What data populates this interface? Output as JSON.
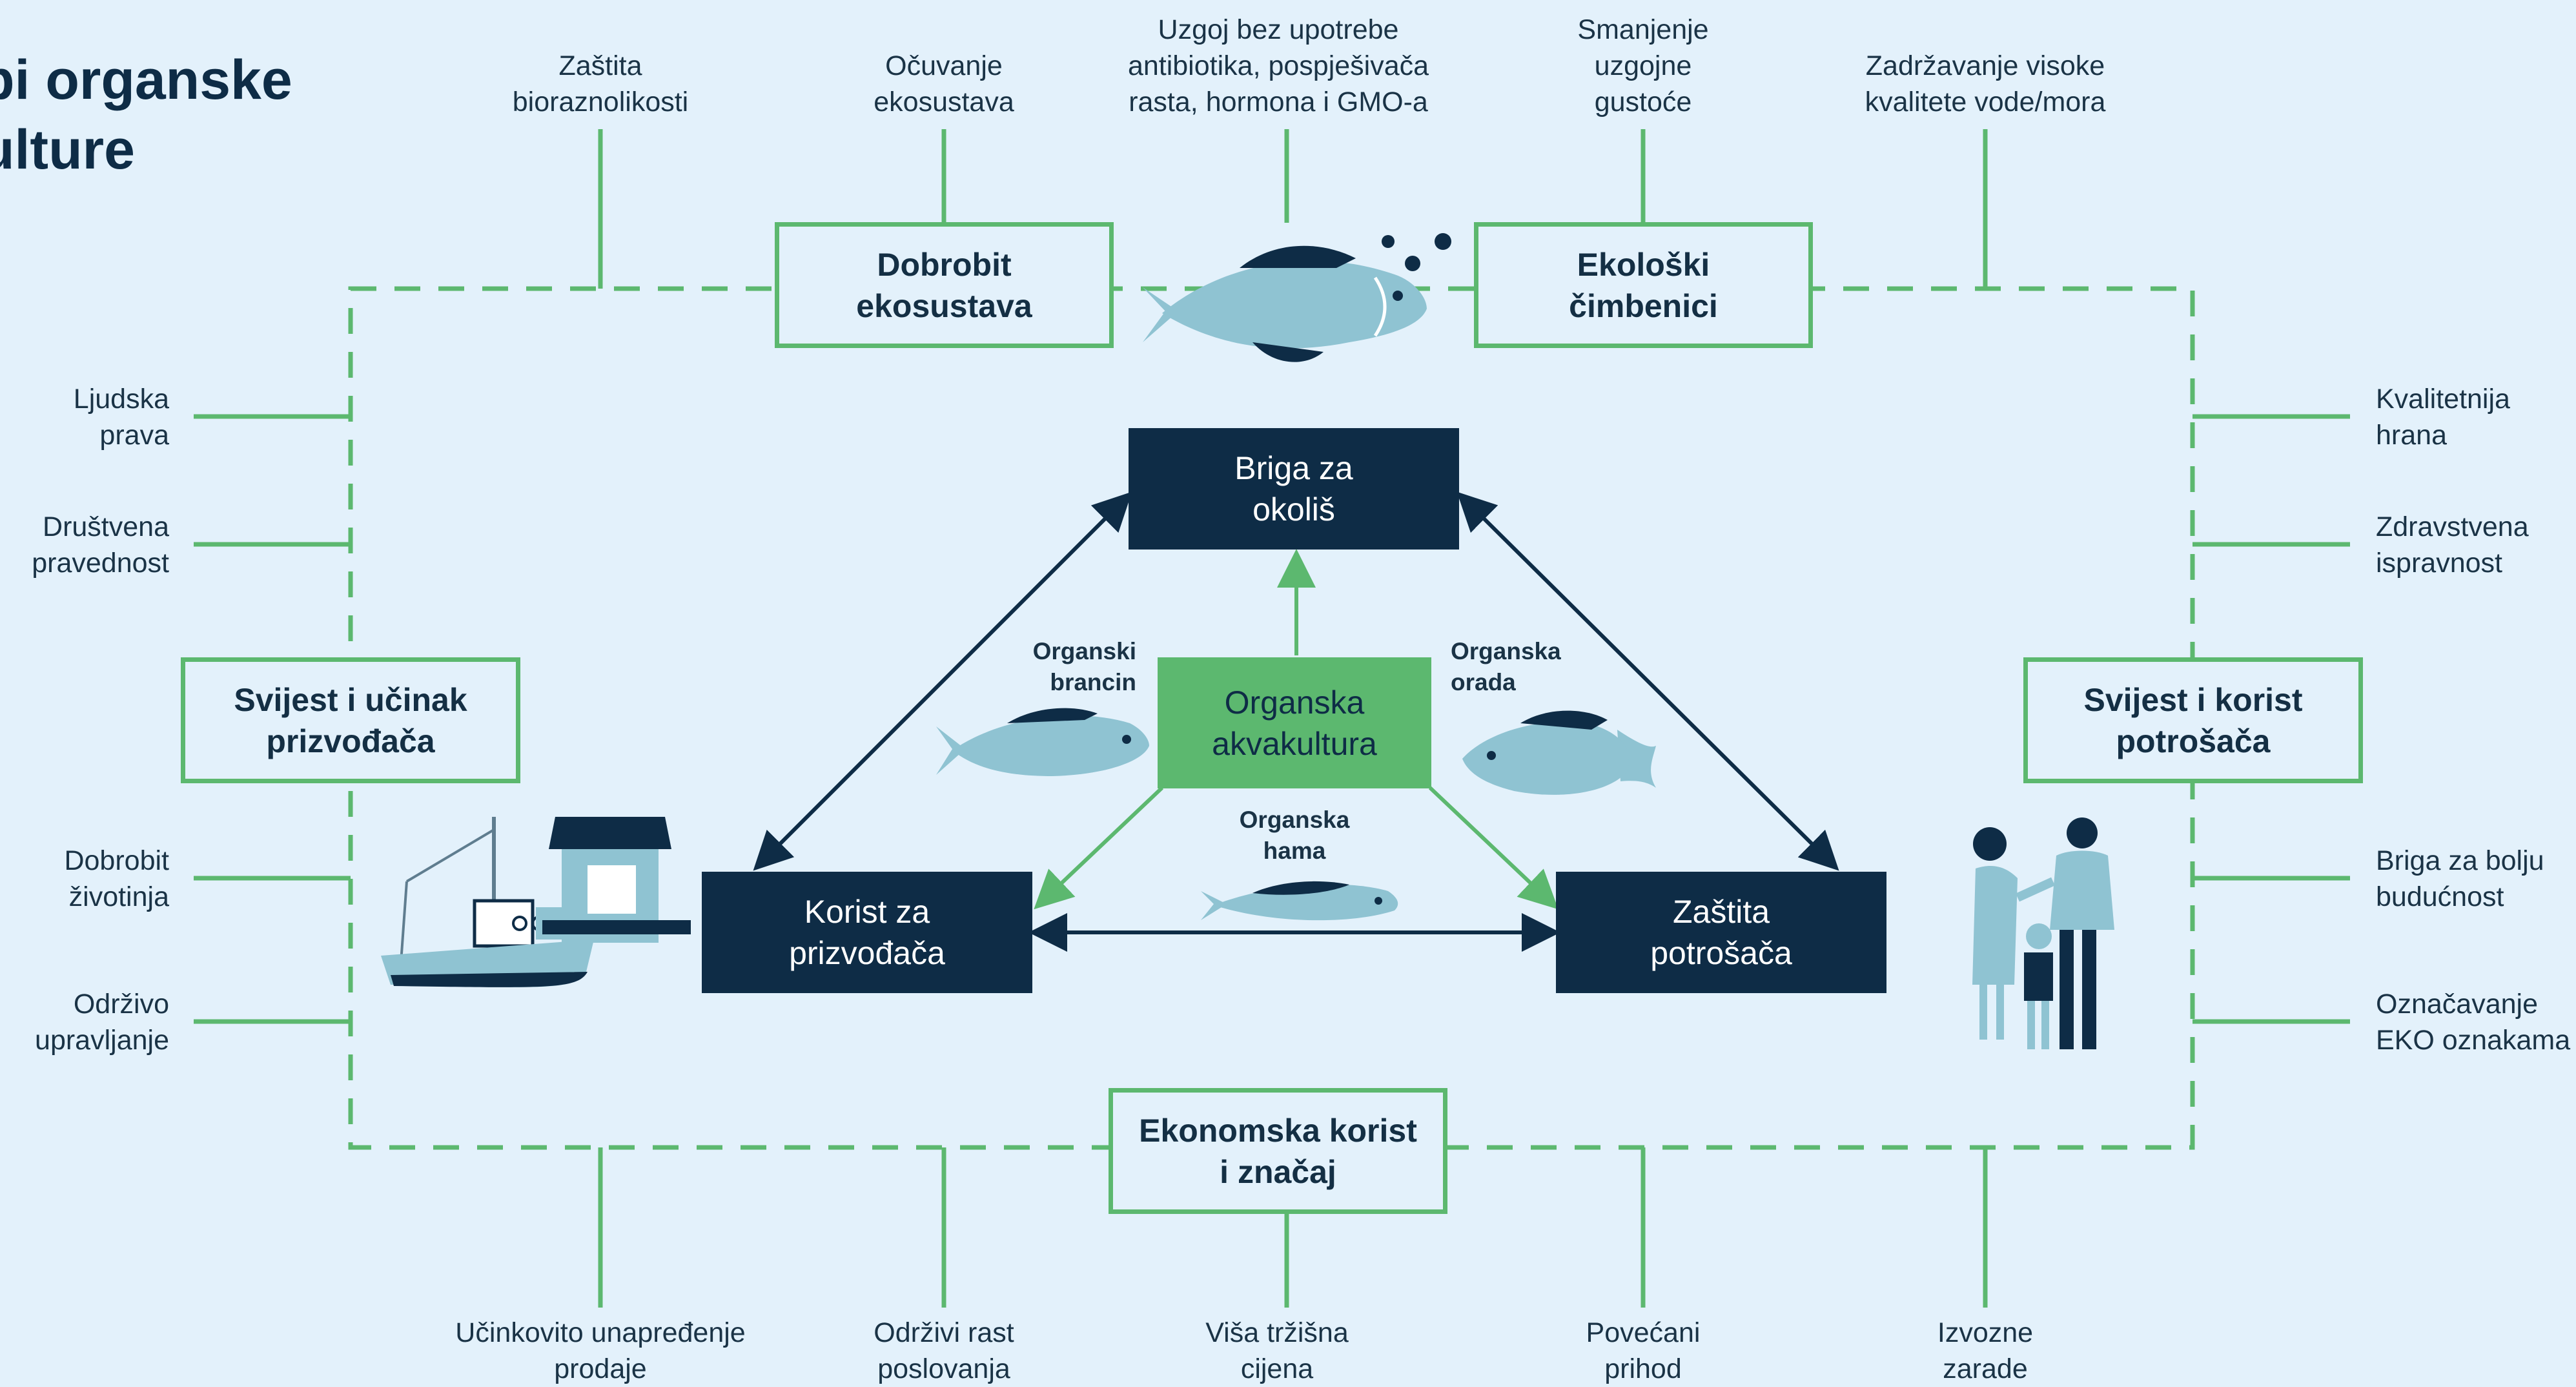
{
  "title": "pi organske\nulture",
  "colors": {
    "background": "#e3f1fb",
    "green": "#5cb86f",
    "navy": "#0e2c46",
    "fish": "#8fc3d2"
  },
  "top_labels": [
    "Zaštita\nbioraznolikosti",
    "Očuvanje\nekosustava",
    "Uzgoj bez upotrebe\nantibiotika, pospješivača\nrasta, hormona i GMO-a",
    "Smanjenje\nuzgojne\ngustoće",
    "Zadržavanje visoke\nkvalitete vode/mora"
  ],
  "bottom_labels": [
    "Učinkovito unapređenje\nprodaje",
    "Održivi rast\nposlovanja",
    "Viša tržišna\ncijena",
    "Povećani\nprihod",
    "Izvozne\nzarade"
  ],
  "left_labels": [
    "Ljudska\nprava",
    "Društvena\npravednost",
    "Dobrobit\nživotinja",
    "Održivo\nupravljanje"
  ],
  "right_labels": [
    "Kvalitetnija\nhrana",
    "Zdravstvena\nispravnost",
    "Briga za bolju\nbudućnost",
    "Označavanje\nEKO oznakama"
  ],
  "green_boxes": {
    "ecosystem": "Dobrobit\nekosustava",
    "ecological": "Ekološki\nčimbenici",
    "producer_awareness": "Svijest i učinak\nprizvođača",
    "consumer_awareness": "Svijest i korist\npotrošača",
    "economic": "Ekonomska korist\ni značaj"
  },
  "dark_boxes": {
    "environment": "Briga za\nokoliš",
    "producer": "Korist za\nprizvođača",
    "consumer": "Zaštita\npotrošača"
  },
  "center": "Organska\nakvakultura",
  "fish_labels": {
    "seabass": "Organski\nbrancin",
    "seabream": "Organska\norada",
    "mackerel": "Organska\nhama"
  },
  "icons": {
    "top_fish": "fish-icon",
    "seabass": "seabass-icon",
    "seabream": "seabream-icon",
    "mackerel": "mackerel-icon",
    "boat": "fishing-boat-icon",
    "market": "market-stall-icon",
    "family": "family-icon"
  }
}
